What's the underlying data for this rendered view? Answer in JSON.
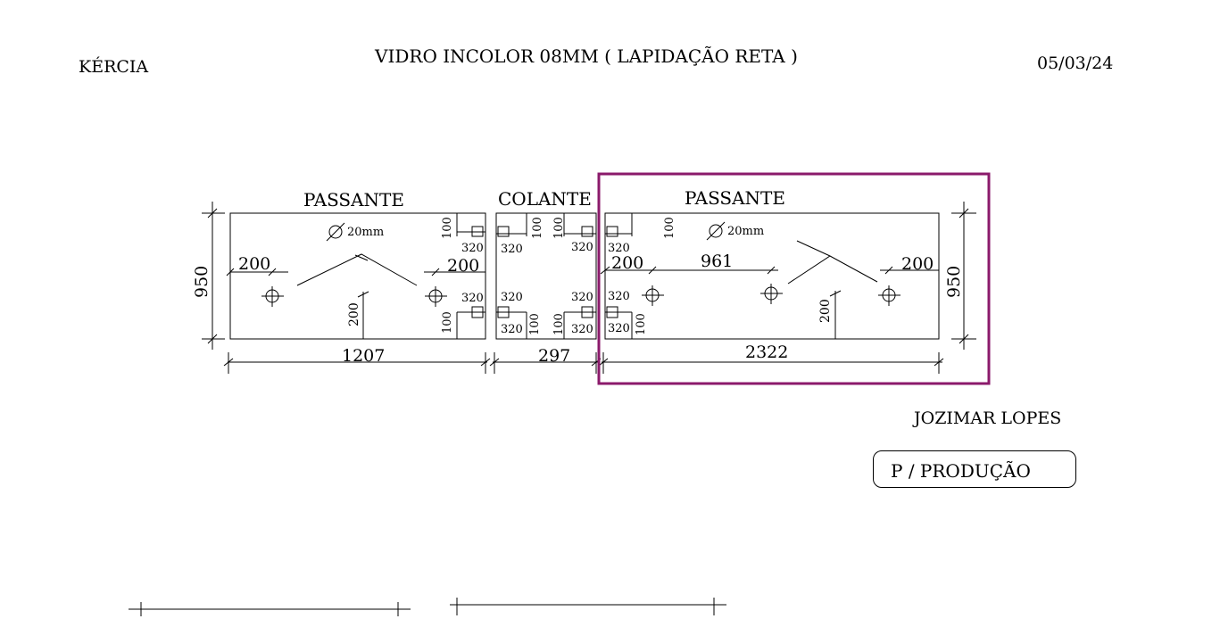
{
  "header": {
    "client": "KÉRCIA",
    "title": "VIDRO INCOLOR 08MM ( LAPIDAÇÃO RETA )",
    "date": "05/03/24"
  },
  "footer": {
    "designer": "JOZIMAR  LOPES",
    "stamp": "P / PRODUÇÃO"
  },
  "highlight_color": "#8b1a6b",
  "panels": [
    {
      "type": "PASSANTE",
      "width": "1207",
      "height": "950",
      "hole_label": "20mm",
      "left_offset": "200",
      "right_offset": "200",
      "hole_height": "200",
      "corner_notch_a": "100",
      "corner_notch_b": "320",
      "bottom_notch_a": "320",
      "bottom_notch_b": "100"
    },
    {
      "type": "COLANTE",
      "width": "297",
      "notch_a": "320",
      "notch_b": "100"
    },
    {
      "type": "PASSANTE",
      "width": "2322",
      "height": "950",
      "hole_label": "20mm",
      "left_offset": "200",
      "center_offset": "961",
      "right_offset": "200",
      "hole_height": "200",
      "notch_a": "320",
      "notch_b": "100"
    }
  ]
}
